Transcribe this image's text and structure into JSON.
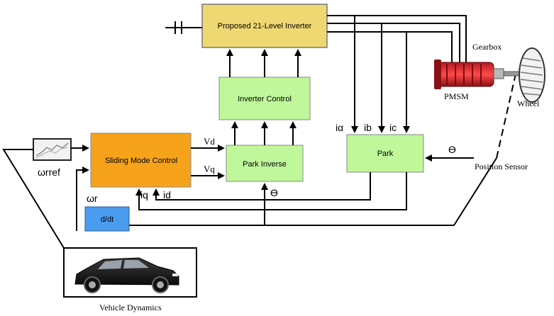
{
  "blocks": {
    "inverter": "Proposed 21-Level Inverter",
    "inverter_control": "Inverter Control",
    "sliding_mode": "Sliding Mode Control",
    "park_inverse": "Park Inverse",
    "park": "Park",
    "ddt": "d/dt"
  },
  "signals": {
    "wrref": "ωrref",
    "wr": "ωr",
    "vd": "Vd",
    "vq": "Vq",
    "iq": "iq",
    "id": "id",
    "theta": "ϴ",
    "theta2": "ϴ",
    "ialpha": "iα",
    "ib": "ib",
    "ic": "ic"
  },
  "labels": {
    "gearbox": "Gearbox",
    "pmsm": "PMSM",
    "wheel": "Wheel",
    "position_sensor": "Position Sensor",
    "vehicle_dynamics": "Vehicle Dynamics"
  },
  "colors": {
    "inverter_fill": "#efd872",
    "control_fill": "#bff79a",
    "smc_fill": "#f7a21b",
    "ddt_fill": "#4a9cf0",
    "motor_red": "#d8262b"
  }
}
